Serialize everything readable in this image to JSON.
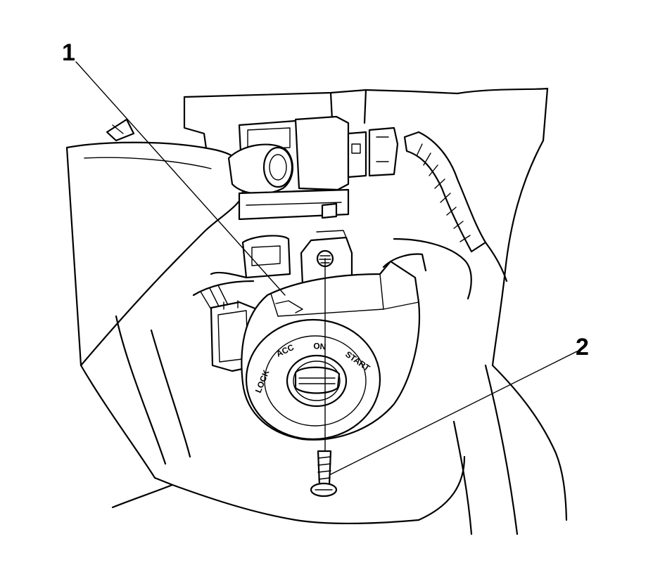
{
  "callouts": [
    {
      "number": "1"
    },
    {
      "number": "2"
    }
  ],
  "switch_positions": {
    "lock": "LOCK",
    "acc": "ACC",
    "on": "ON",
    "start": "START"
  }
}
